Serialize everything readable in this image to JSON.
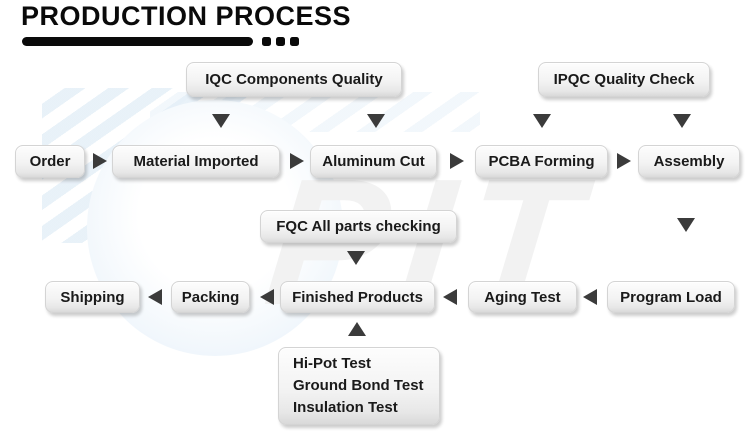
{
  "title": "PRODUCTION PROCESS",
  "watermark": {
    "logo_text": "PIT"
  },
  "quality_checks": {
    "iqc": "IQC Components Quality",
    "ipqc": "IPQC Quality Check",
    "fqc": "FQC All parts checking"
  },
  "main_flow": [
    "Order",
    "Material Imported",
    "Aluminum Cut",
    "PCBA Forming",
    "Assembly"
  ],
  "bottom_flow": [
    "Shipping",
    "Packing",
    "Finished Products",
    "Aging Test",
    "Program Load"
  ],
  "final_tests": [
    "Hi-Pot Test",
    "Ground Bond Test",
    "Insulation Test"
  ],
  "icons": {
    "arrow_down": "triangle-down",
    "arrow_up": "triangle-up",
    "arrow_left": "triangle-left",
    "arrow_right": "triangle-right"
  },
  "colors": {
    "arrow": "#3b3b3b",
    "title": "#0a0a0a",
    "box_text": "#1a1a1a",
    "watermark_blue": "#eef5fb",
    "stripe_blue": "#e3eef7"
  }
}
